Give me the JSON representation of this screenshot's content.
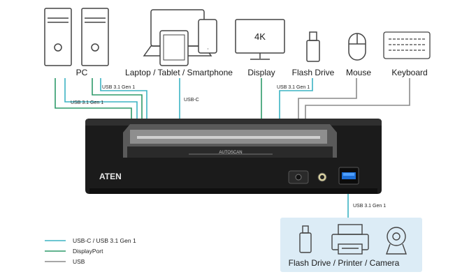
{
  "devices": {
    "pc": "PC",
    "laptop_tablet_smartphone": "Laptop / Tablet / Smartphone",
    "display": "Display",
    "display_resolution": "4K",
    "flash_drive": "Flash Drive",
    "mouse": "Mouse",
    "keyboard": "Keyboard"
  },
  "connections": {
    "pc1_usb": "USB 3.1 Gen 1",
    "pc2_usb": "USB 3.1 Gen 1",
    "laptop_usb_c": "USB-C",
    "flash_usb": "USB 3.1 Gen 1",
    "front_port_usb": "USB 3.1 Gen 1"
  },
  "unit": {
    "brand": "ATEN",
    "button": "AUTOSCAN"
  },
  "peripherals_box": {
    "label": "Flash Drive / Printer / Camera"
  },
  "legend": [
    {
      "label": "USB-C / USB 3.1 Gen 1",
      "color": "#3bb3c3"
    },
    {
      "label": "DisplayPort",
      "color": "#2e9a6a"
    },
    {
      "label": "USB",
      "color": "#8a8a8a"
    }
  ],
  "colors": {
    "usb3": "#3bb3c3",
    "displayport": "#2e9a6a",
    "usb": "#8a8a8a",
    "device_stroke": "#444444",
    "box_fill": "#dcecf6"
  }
}
